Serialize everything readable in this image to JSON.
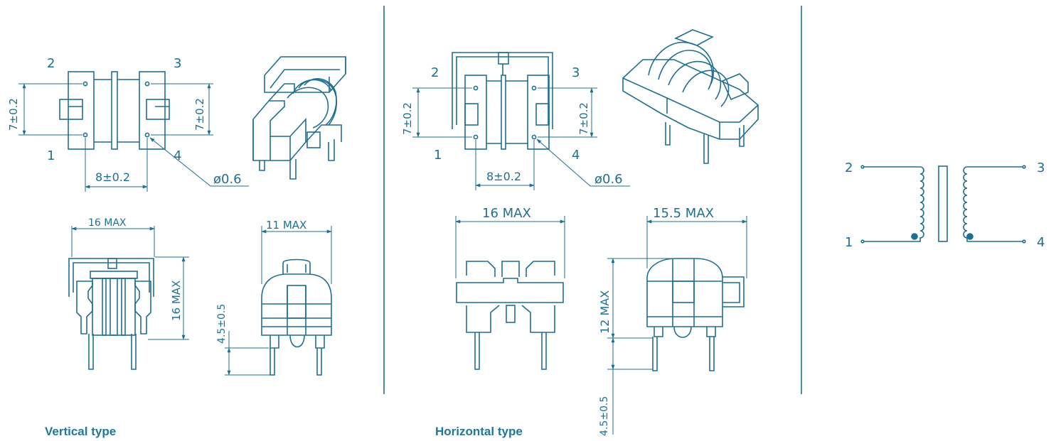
{
  "colors": {
    "line": "#1f6f92",
    "caption": "#23779b",
    "background": "#ffffff"
  },
  "vertical": {
    "caption": "Vertical type",
    "pins": {
      "p1": "1",
      "p2": "2",
      "p3": "3",
      "p4": "4"
    },
    "dim_left_height": "7±0.2",
    "dim_right_height": "7±0.2",
    "dim_pin_spacing": "8±0.2",
    "dim_pin_diameter": "ø0.6",
    "dim_width": "16 MAX",
    "dim_height": "16 MAX",
    "dim_depth": "11 MAX",
    "dim_pin_length": "4.5±0.5"
  },
  "horizontal": {
    "caption": "Horizontal type",
    "pins": {
      "p1": "1",
      "p2": "2",
      "p3": "3",
      "p4": "4"
    },
    "dim_left_height": "7±0.2",
    "dim_right_height": "7±0.2",
    "dim_pin_spacing": "8±0.2",
    "dim_pin_diameter": "ø0.6",
    "dim_width": "16 MAX",
    "dim_depth": "15.5 MAX",
    "dim_height": "12 MAX",
    "dim_pin_length": "4.5±0.5"
  },
  "schematic": {
    "pins": {
      "p1": "1",
      "p2": "2",
      "p3": "3",
      "p4": "4"
    }
  }
}
